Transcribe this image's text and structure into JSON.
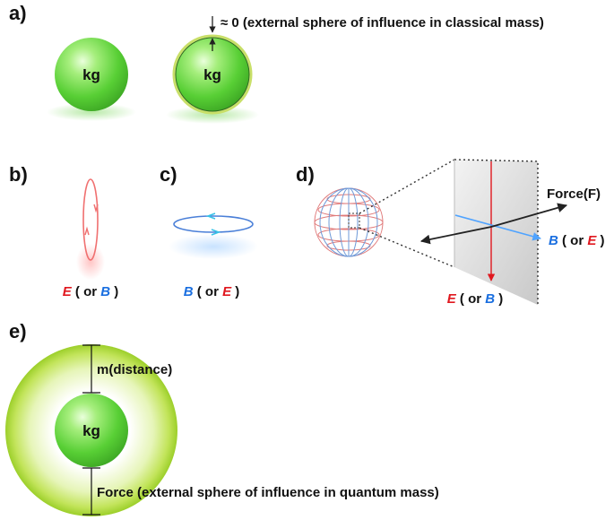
{
  "panels": {
    "a": {
      "label": "a)",
      "sphere1_text": "kg",
      "sphere2_text": "kg",
      "annotation": "≈ 0 (external sphere of influence in classical mass)"
    },
    "b": {
      "label": "b)",
      "caption_main": "E",
      "caption_mid": " ( or ",
      "caption_alt": "B",
      "caption_end": " )"
    },
    "c": {
      "label": "c)",
      "caption_main": "B",
      "caption_mid": " ( or ",
      "caption_alt": "E",
      "caption_end": " )"
    },
    "d": {
      "label": "d)",
      "force_label": "Force(F)",
      "right_main": "B",
      "right_mid": " ( or ",
      "right_alt": "E",
      "right_end": " )",
      "bottom_main": "E",
      "bottom_mid": " ( or ",
      "bottom_alt": "B",
      "bottom_end": " )"
    },
    "e": {
      "label": "e)",
      "core_text": "kg",
      "distance_label": "m(distance)",
      "force_annotation": "Force (external sphere of influence in quantum mass)"
    }
  },
  "colors": {
    "sphere_green": "#5ed23a",
    "field_red": "#e0181f",
    "field_blue": "#1a6fe0",
    "halo_green": "#a6d82e"
  }
}
